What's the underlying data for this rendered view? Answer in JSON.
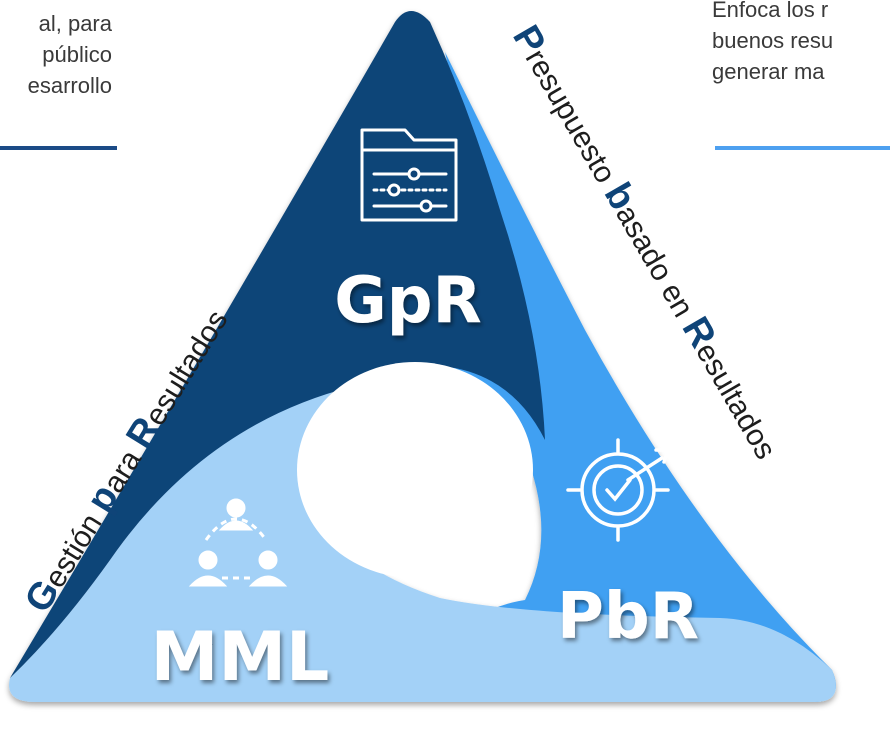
{
  "left_note": {
    "lines": [
      "al, para",
      "público",
      "esarrollo"
    ]
  },
  "right_note": {
    "lines": [
      "Enfoca los r",
      "buenos resu",
      "generar ma"
    ]
  },
  "segments": {
    "top": {
      "label": "GpR",
      "icon": "folder-sliders-icon",
      "color": "#0f4478"
    },
    "right": {
      "label": "PbR",
      "icon": "target-arrow-icon",
      "color": "#41a0f2"
    },
    "bottom": {
      "label": "MML",
      "icon": "team-network-icon",
      "color": "#a3d1f7"
    }
  },
  "side_labels": {
    "left": {
      "cap1": "G",
      "rest1": "estión ",
      "cap2": "p",
      "rest2": "ara ",
      "cap3": "R",
      "rest3": "esultados"
    },
    "right": {
      "cap1": "P",
      "rest1": "resupuesto ",
      "cap2": "b",
      "rest2": "asado en ",
      "cap3": "R",
      "rest3": "esultados"
    }
  }
}
